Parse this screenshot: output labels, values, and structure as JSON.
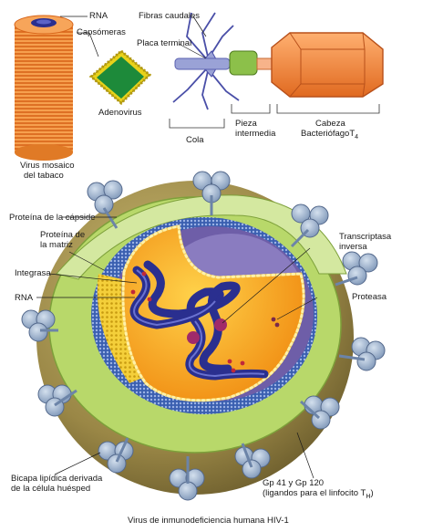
{
  "labels": {
    "rna_tmv": "RNA",
    "capsomeras": "Capsómeras",
    "tmv_line1": "Virus mosaico",
    "tmv_line2": "del tabaco",
    "adenovirus": "Adenovirus",
    "fibras_caudales": "Fibras caudales",
    "placa_terminal": "Placa terminal",
    "cola": "Cola",
    "pieza_line1": "Pieza",
    "pieza_line2": "intermedia",
    "cabeza": "Cabeza",
    "bacteriofago": "Bacteriófago",
    "bacteriofago_sub": "4",
    "bacteriofago_T": "T",
    "proteina_capside": "Proteína de la cápside",
    "proteina_matriz_line1": "Proteína de",
    "proteina_matriz_line2": "la matriz",
    "integrasa": "Integrasa",
    "rna_hiv": "RNA",
    "transcriptasa_line1": "Transcriptasa",
    "transcriptasa_line2": "inversa",
    "proteasa": "Proteasa",
    "bicapa_line1": "Bicapa lipídica derivada",
    "bicapa_line2": "de la célula huésped",
    "gp_line1": "Gp 41 y Gp 120",
    "gp_line2_pre": "(ligandos para el linfocito T",
    "gp_line2_sub": "H",
    "gp_line2_post": ")",
    "caption": "Virus de inmunodeficiencia humana HIV-1"
  },
  "colors": {
    "tmv_orange": "#f08a2c",
    "rna_blue": "#2a2f8f",
    "adeno_green": "#1d8a3a",
    "adeno_yellow": "#e8d21a",
    "phage_orange": "#f58a3c",
    "phage_tail": "#8890c8",
    "phage_collar": "#8cc04a",
    "envelope_olive": "#9c8a4a",
    "capsid_green": "#b8d86a",
    "matrix_blue": "#2b4fa0",
    "core_orange": "#f5a020",
    "core_purple": "#7868b0",
    "knob_blue": "#8aa2c0",
    "label_text": "#1a1a1a"
  }
}
